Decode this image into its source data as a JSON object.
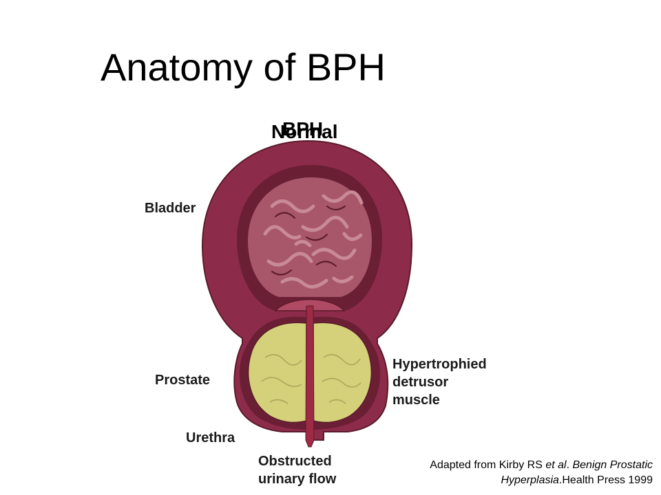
{
  "slide": {
    "title": "Anatomy of BPH",
    "header_normal": "Normal",
    "header_bph": "BPH"
  },
  "labels": {
    "bladder": "Bladder",
    "prostate": "Prostate",
    "urethra": "Urethra",
    "detrusor_line1": "Hypertrophied",
    "detrusor_line2": "detrusor",
    "detrusor_line3": "muscle",
    "obstructed_line1": "Obstructed",
    "obstructed_line2": "urinary flow"
  },
  "citation": {
    "part1": "Adapted from Kirby RS ",
    "part2_italic": "et al",
    "part3": ". ",
    "part4_italic": "Benign Prostatic Hyperplasia",
    "part5": ".Health Press 1999"
  },
  "colors": {
    "bladder_outer": "#8c2c4a",
    "bladder_inner": "#6a1f35",
    "bladder_lumen": "#c07a86",
    "prostate": "#d4d17a",
    "prostate_outline": "#5a1a2a",
    "urethra": "#9e2a45"
  }
}
